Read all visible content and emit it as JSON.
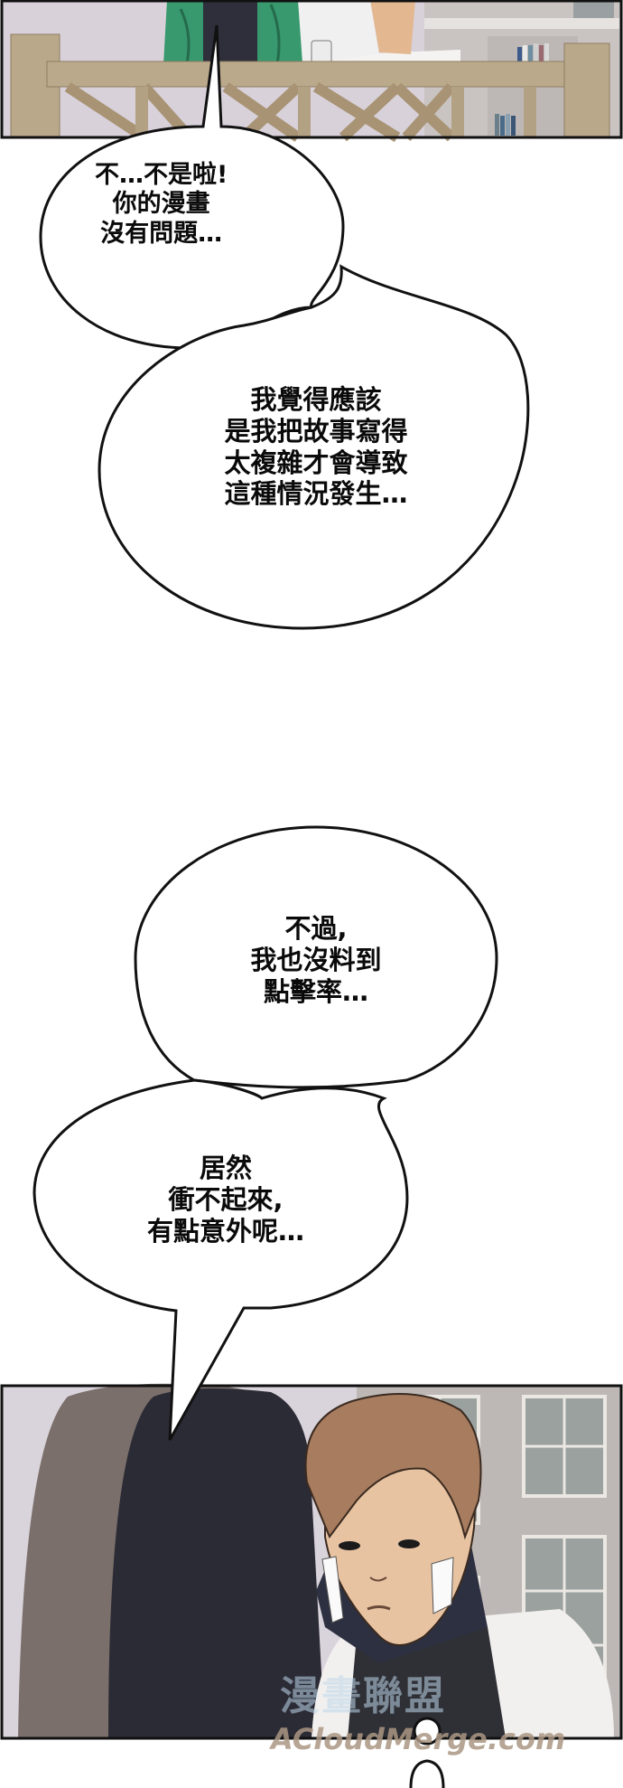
{
  "comic": {
    "panels": [
      {
        "id": "panel-top",
        "description": "Two characters at a wooden railing with bookshelves in background",
        "colors": {
          "wall": "#d9d2dc",
          "wood": "#b7a68a",
          "jacket": "#3fa374",
          "shirt": "#f2f2f2",
          "border": "#111111"
        }
      },
      {
        "id": "panel-bottom",
        "description": "Long dark-haired character from behind facing a brown-haired young man with bandages on cheeks",
        "colors": {
          "hair_dark": "#2a2a33",
          "hair_brown": "#a57a5e",
          "skin": "#e9c6a6",
          "window": "#c9c6c4",
          "border": "#111111"
        }
      }
    ],
    "bubbles": [
      {
        "id": "bubble-1",
        "lines": [
          "不…不是啦!",
          "你的漫畫",
          "沒有問題…"
        ]
      },
      {
        "id": "bubble-2",
        "lines": [
          "我覺得應該",
          "是我把故事寫得",
          "太複雜才會導致",
          "這種情況發生…"
        ]
      },
      {
        "id": "bubble-3",
        "lines": [
          "不過,",
          "我也沒料到",
          "點擊率…"
        ]
      },
      {
        "id": "bubble-4",
        "lines": [
          "居然",
          "衝不起來,",
          "有點意外呢…"
        ]
      }
    ],
    "watermark": {
      "text_latin": "ACloudMerge.com",
      "text_cn": "漫畫聯盟"
    }
  }
}
